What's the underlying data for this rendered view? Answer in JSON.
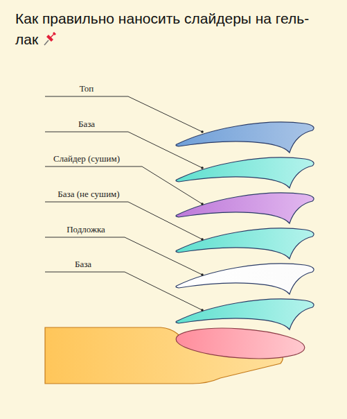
{
  "diagram": {
    "title": "Как правильно наносить слайдеры на гель-лак",
    "labels": [
      "Топ",
      "База",
      "Слайдер (сушим)",
      "База (не сушим)",
      "Подложка",
      "База"
    ]
  }
}
